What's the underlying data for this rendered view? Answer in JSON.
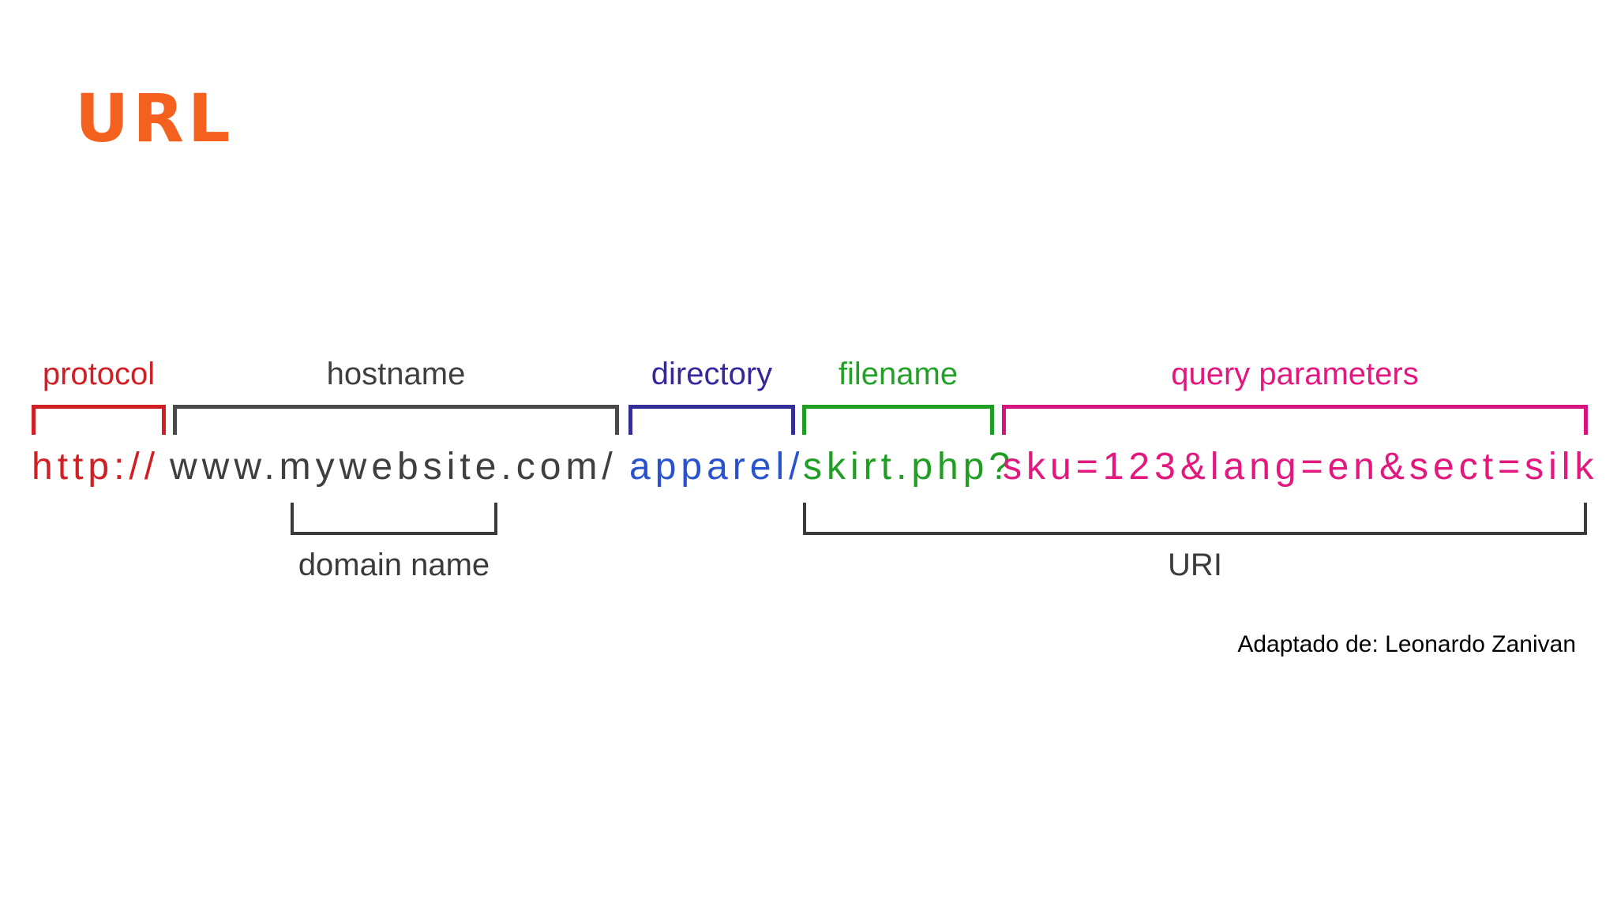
{
  "title": "URL",
  "full_url": "http://www.mywebsite.com/apparel/skirt.php?sku=123&lang=en&sect=silk",
  "parts": [
    {
      "label": "protocol",
      "text": "http://",
      "label_color": "#d11f26",
      "text_color": "#d11f26",
      "bracket_color": "#d11f26"
    },
    {
      "label": "hostname",
      "text": "www.mywebsite.com/",
      "label_color": "#3f3f41",
      "text_color": "#3f3f41",
      "bracket_color": "#4a4a4c"
    },
    {
      "label": "directory",
      "text": "apparel/",
      "label_color": "#35289c",
      "text_color": "#2952ce",
      "bracket_color": "#352d96"
    },
    {
      "label": "filename",
      "text": "skirt.php?",
      "label_color": "#23a127",
      "text_color": "#1f9e23",
      "bracket_color": "#1f9e23"
    },
    {
      "label": "query parameters",
      "text": "sku=123&lang=en&sect=silk",
      "label_color": "#e2187f",
      "text_color": "#e2187f",
      "bracket_color": "#d6147f"
    }
  ],
  "annotations": {
    "domain_name": "domain name",
    "uri": "URI",
    "color": "#3b3b3e"
  },
  "title_color": "#f4611f",
  "credit": "Adaptado de: Leonardo Zanivan",
  "credit_color": "#000000"
}
